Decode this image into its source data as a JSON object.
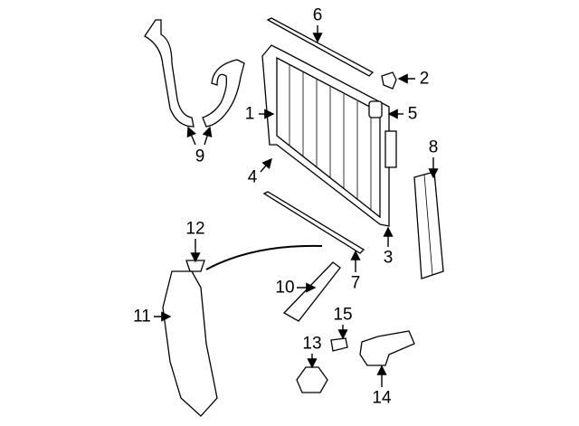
{
  "diagram": {
    "title": "Radiator and cooling system components",
    "callouts": [
      {
        "id": "1",
        "label": "1",
        "part": "radiator"
      },
      {
        "id": "2",
        "label": "2",
        "part": "bracket"
      },
      {
        "id": "3",
        "label": "3",
        "part": "drain-cock"
      },
      {
        "id": "4",
        "label": "4",
        "part": "insulator"
      },
      {
        "id": "5",
        "label": "5",
        "part": "radiator-cap"
      },
      {
        "id": "6",
        "label": "6",
        "part": "upper-seal"
      },
      {
        "id": "7",
        "label": "7",
        "part": "lower-seal"
      },
      {
        "id": "8",
        "label": "8",
        "part": "side-seal"
      },
      {
        "id": "9",
        "label": "9",
        "part": "radiator-hoses"
      },
      {
        "id": "10",
        "label": "10",
        "part": "filler-neck-hose"
      },
      {
        "id": "11",
        "label": "11",
        "part": "coolant-reservoir"
      },
      {
        "id": "12",
        "label": "12",
        "part": "reservoir-cap"
      },
      {
        "id": "13",
        "label": "13",
        "part": "thermostat"
      },
      {
        "id": "14",
        "label": "14",
        "part": "thermostat-housing"
      },
      {
        "id": "15",
        "label": "15",
        "part": "bolt"
      }
    ]
  }
}
